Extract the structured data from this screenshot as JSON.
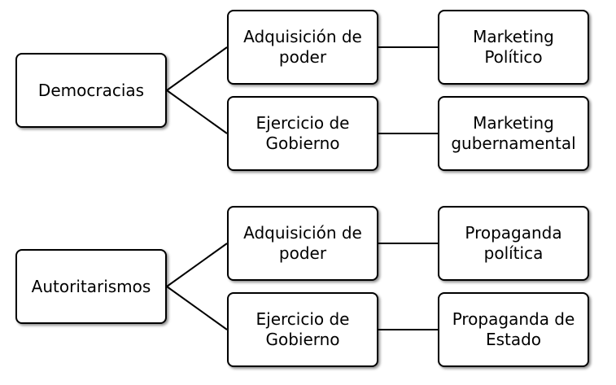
{
  "groups": [
    {
      "root": "Democracias",
      "branches": [
        {
          "stage": "Adquisición de\npoder",
          "result": "Marketing\nPolítico"
        },
        {
          "stage": "Ejercicio de\nGobierno",
          "result": "Marketing\ngubernamental"
        }
      ]
    },
    {
      "root": "Autoritarismos",
      "branches": [
        {
          "stage": "Adquisición de\npoder",
          "result": "Propaganda\npolítica"
        },
        {
          "stage": "Ejercicio de\nGobierno",
          "result": "Propaganda de\nEstado"
        }
      ]
    }
  ]
}
